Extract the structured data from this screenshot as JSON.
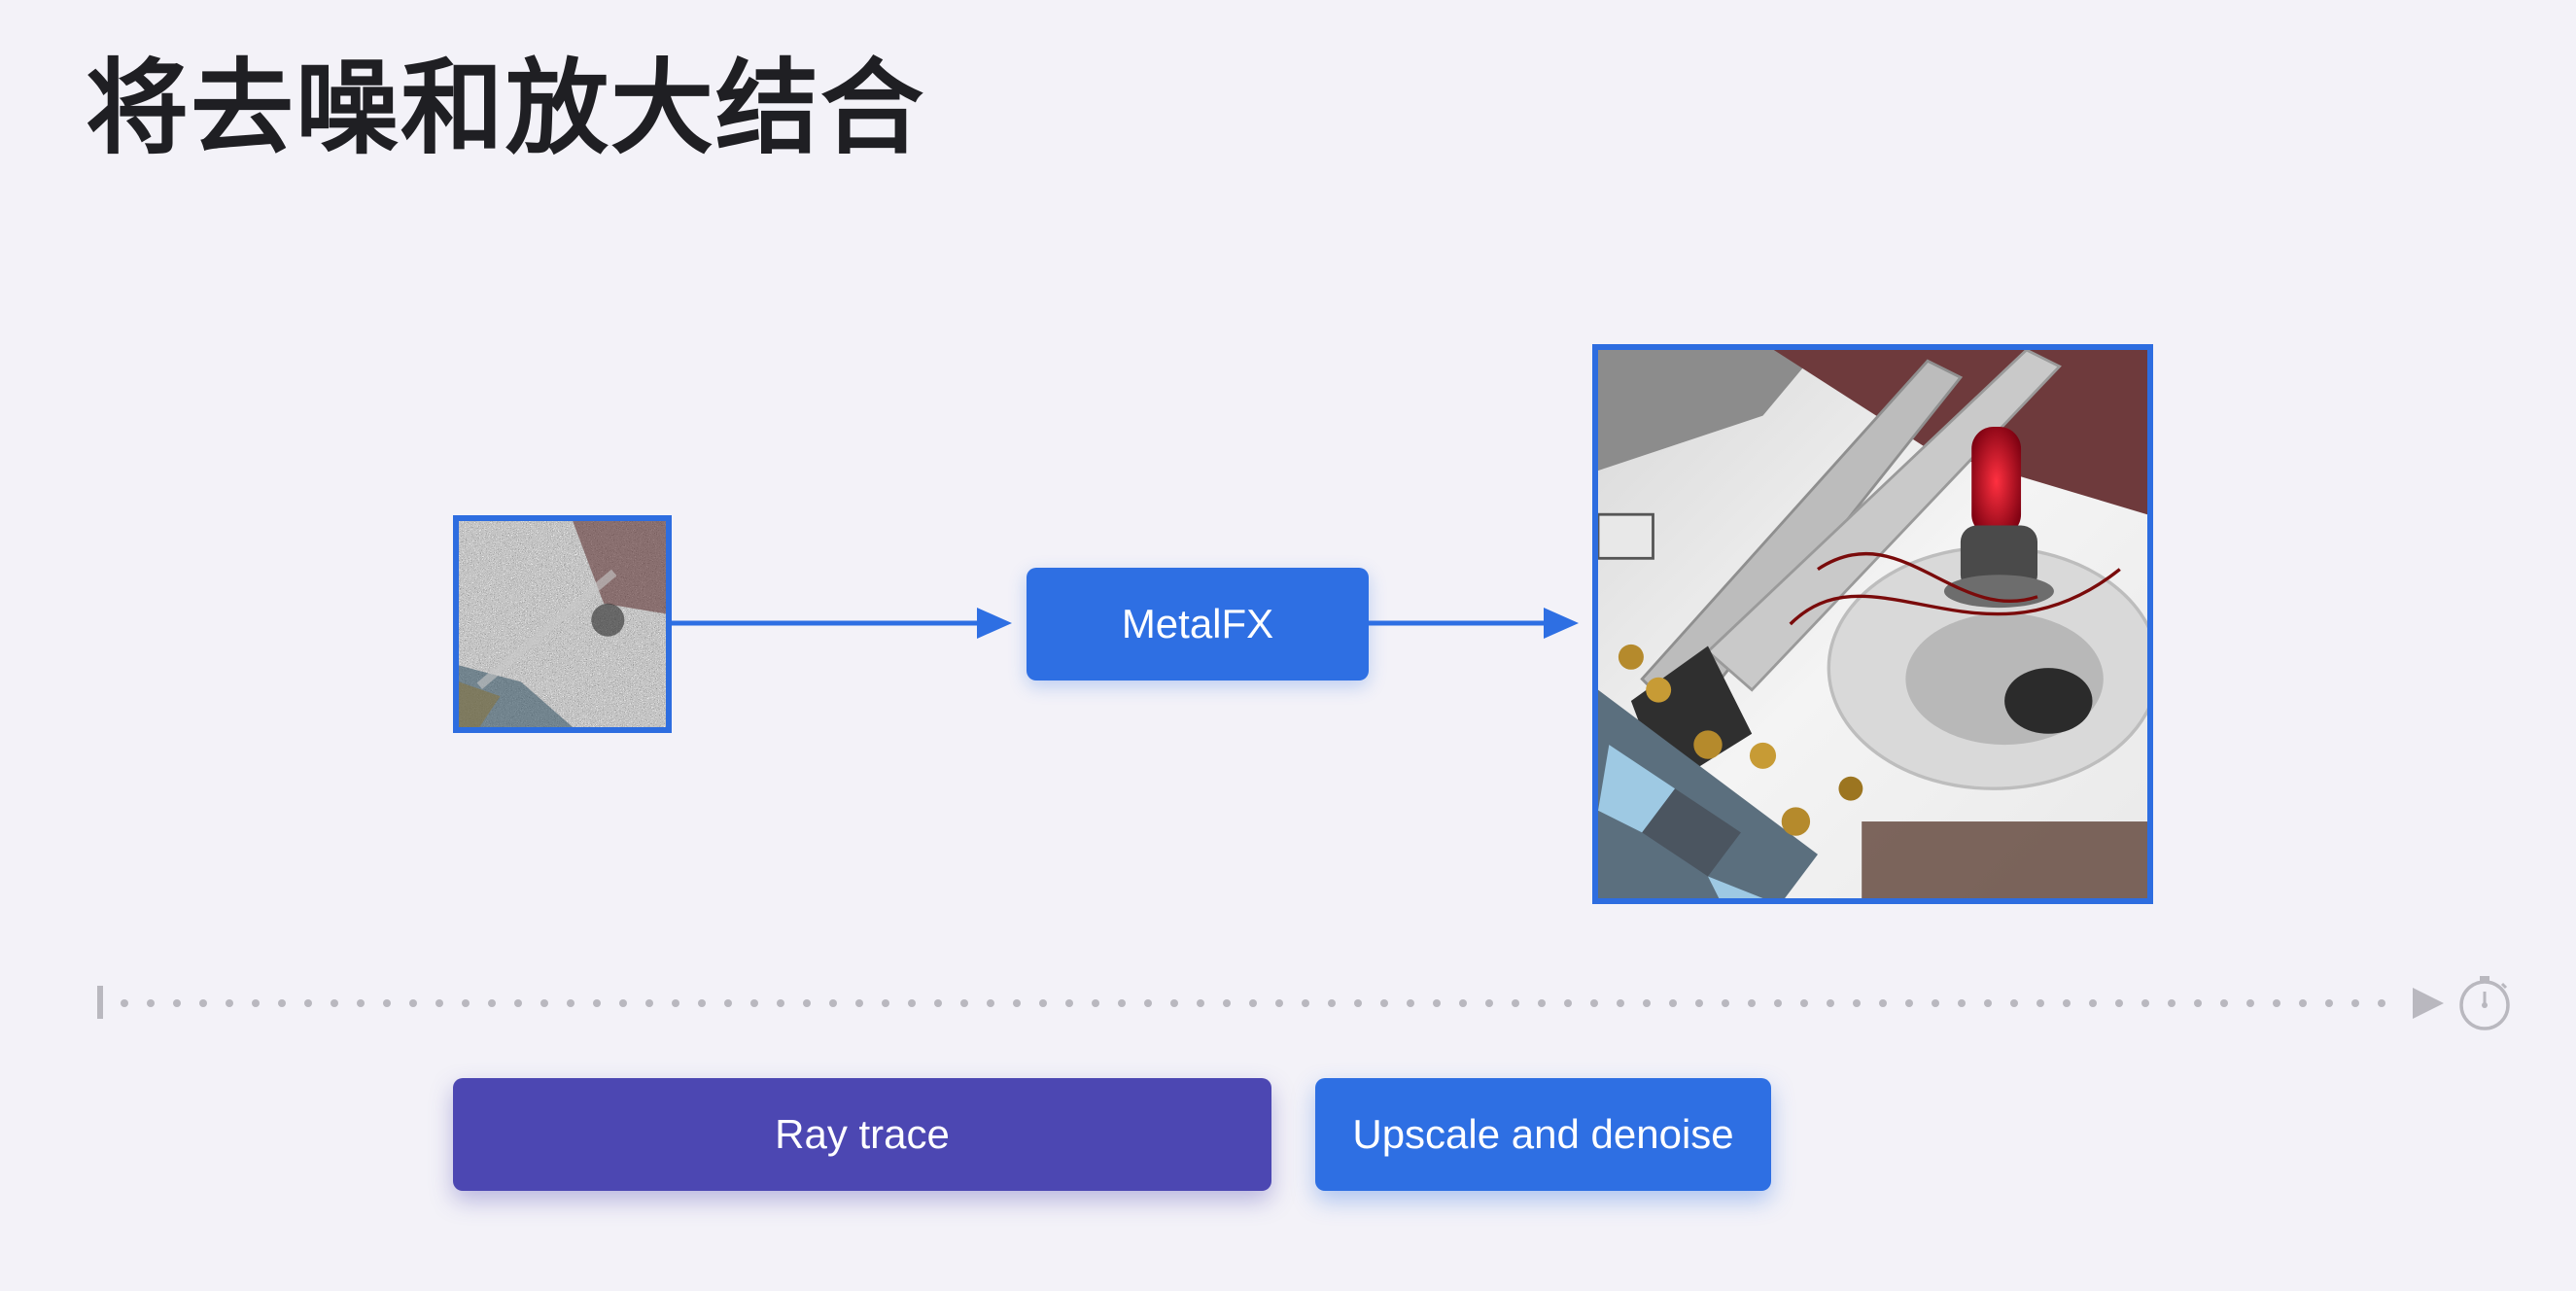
{
  "slide": {
    "title": "将去噪和放大结合"
  },
  "pipeline": {
    "input_image": "noisy-low-res-chess-render",
    "processor_label": "MetalFX",
    "output_image": "clean-upscaled-chess-render"
  },
  "timeline": {
    "end_icon": "stopwatch-icon",
    "stages": [
      {
        "label": "Ray trace",
        "color": "#4c47b2"
      },
      {
        "label": "Upscale and denoise",
        "color": "#2e6fe3"
      }
    ]
  },
  "colors": {
    "accent": "#2e6fe3",
    "background": "#f3f2f8",
    "timeline_gray": "#b9b8bf"
  }
}
